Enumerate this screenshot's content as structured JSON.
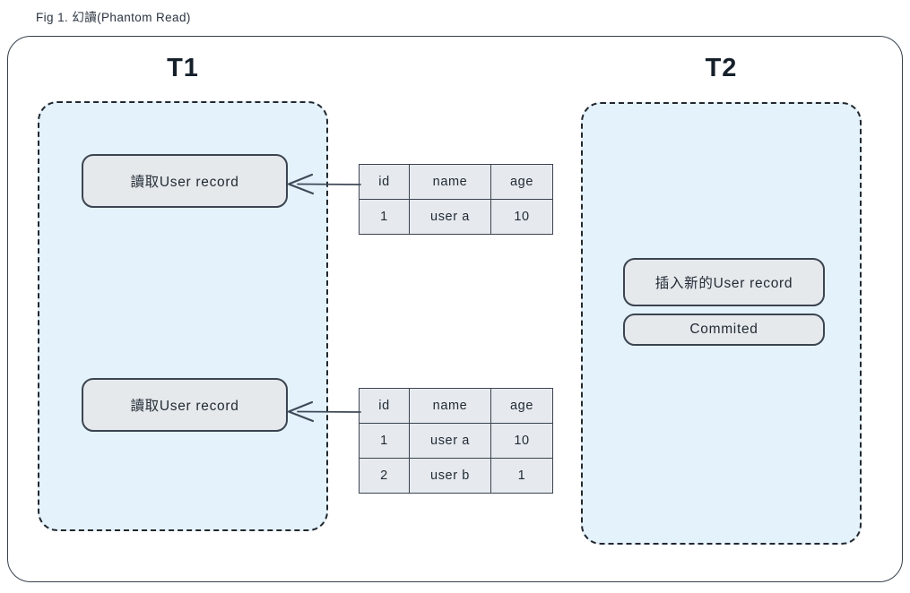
{
  "caption": "Fig 1. 幻讀(Phantom Read)",
  "diagram": {
    "transactions": [
      {
        "id": "t1",
        "title": "T1",
        "actions": [
          {
            "name": "read-user-record-1",
            "label": "讀取User record"
          },
          {
            "name": "read-user-record-2",
            "label": "讀取User record"
          }
        ]
      },
      {
        "id": "t2",
        "title": "T2",
        "actions": [
          {
            "name": "insert-new-user-record",
            "label": "插入新的User record"
          },
          {
            "name": "commited",
            "label": "Commited"
          }
        ]
      }
    ],
    "tables": [
      {
        "name": "result-set-before-insert",
        "columns": [
          "id",
          "name",
          "age"
        ],
        "rows": [
          [
            "1",
            "user a",
            "10"
          ]
        ]
      },
      {
        "name": "result-set-after-insert",
        "columns": [
          "id",
          "name",
          "age"
        ],
        "rows": [
          [
            "1",
            "user a",
            "10"
          ],
          [
            "2",
            "user b",
            "1"
          ]
        ]
      }
    ],
    "arrows": [
      {
        "name": "arrow-table1-to-read1",
        "direction": "left"
      },
      {
        "name": "arrow-table2-to-read2",
        "direction": "left"
      }
    ]
  },
  "colors": {
    "transaction_fill": "#e4f2fc",
    "transaction_border": "#23282e",
    "action_fill": "#e6e9ec",
    "action_border": "#3b4450",
    "table_fill": "#e6eaee",
    "ink": "#222b35",
    "arrow": "#3f4a58"
  }
}
